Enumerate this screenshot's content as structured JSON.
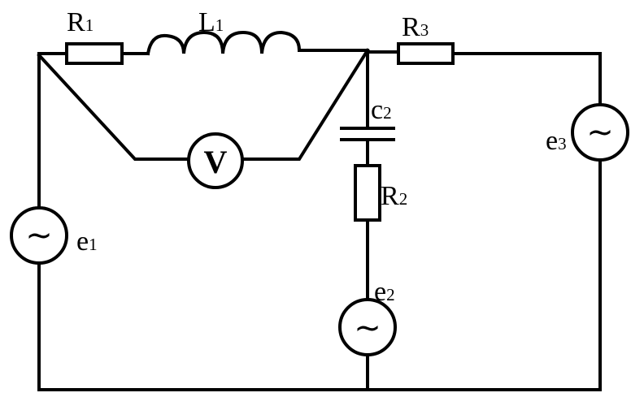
{
  "labels": {
    "r1": {
      "letter": "R",
      "sub": "1"
    },
    "l1": {
      "letter": "L",
      "sub": "1"
    },
    "r3": {
      "letter": "R",
      "sub": "3"
    },
    "c2": {
      "letter": "c",
      "sub": "2"
    },
    "r2": {
      "letter": "R",
      "sub": "2"
    },
    "e1": {
      "letter": "e",
      "sub": "1"
    },
    "e2": {
      "letter": "e",
      "sub": "2"
    },
    "e3": {
      "letter": "e",
      "sub": "3"
    }
  },
  "voltmeter": {
    "symbol": "V"
  },
  "source_symbol": "~"
}
